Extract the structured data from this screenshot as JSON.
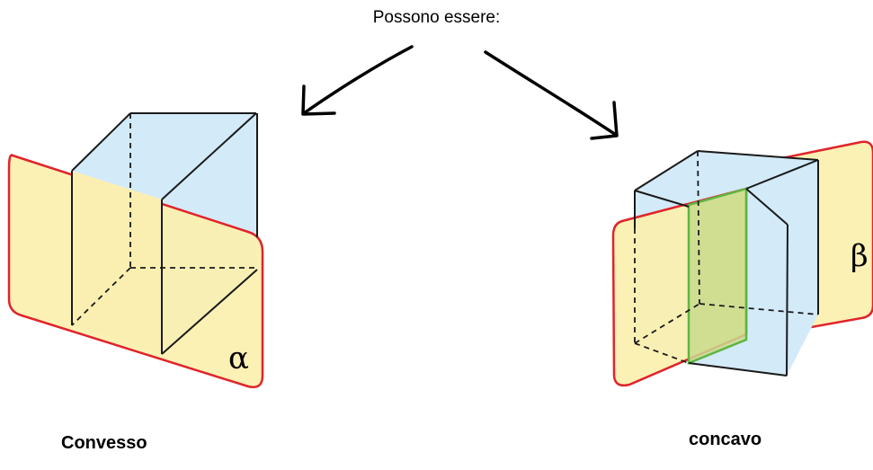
{
  "header": {
    "title": "Possono essere:"
  },
  "figures": [
    {
      "caption": "Convesso",
      "plane_label": "α"
    },
    {
      "caption": "concavo",
      "plane_label": "β"
    }
  ],
  "colors": {
    "plane_fill": "#FCF0AC",
    "plane_edge": "#E0242B",
    "solid_fill": "#D3EAF8",
    "section_fill": "#C9DA8C",
    "section_edge": "#5FB541",
    "line": "#1A1A1A"
  }
}
